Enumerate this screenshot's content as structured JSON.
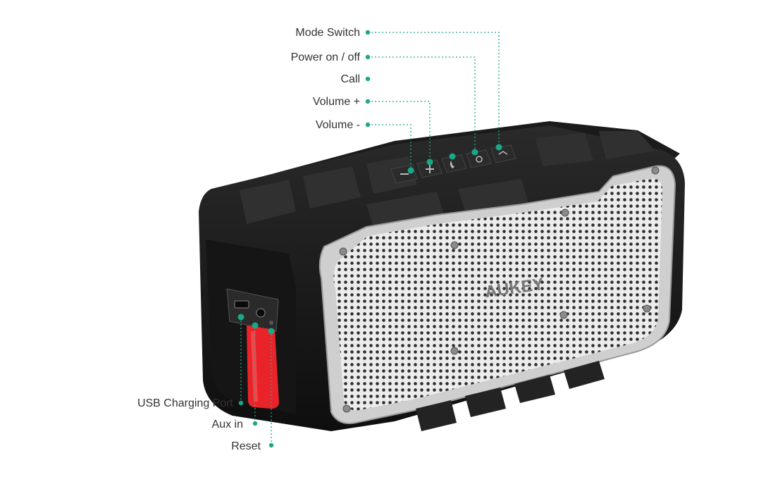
{
  "accent_color": "#1aa88a",
  "brand_text": "AUKEY",
  "top_callouts": [
    {
      "label": "Mode Switch",
      "icon": "mode-switch-icon"
    },
    {
      "label": "Power on / off",
      "icon": "power-icon"
    },
    {
      "label": "Call",
      "icon": "phone-call-icon"
    },
    {
      "label": "Volume +",
      "icon": "volume-up-icon"
    },
    {
      "label": "Volume -",
      "icon": "volume-down-icon"
    }
  ],
  "side_callouts": [
    {
      "label": "USB Charging Port",
      "icon": "usb-port-icon"
    },
    {
      "label": "Aux in",
      "icon": "aux-jack-icon"
    },
    {
      "label": "Reset",
      "icon": "reset-button-icon"
    }
  ]
}
